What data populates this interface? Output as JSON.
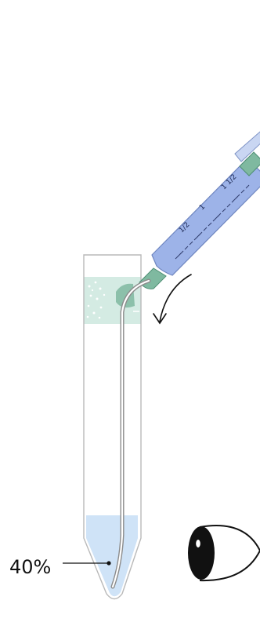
{
  "tube": {
    "fill_label": "40%"
  },
  "syringe": {
    "scale_labels": [
      "1/2",
      "1",
      "1 1/2"
    ]
  },
  "colors": {
    "outline": "#b9b9b9",
    "liquid_blue": "#cfe3f7",
    "foam_green": "#d4ebe3",
    "syringe_barrel": "#9db3e8",
    "syringe_hub": "#7fb9a0",
    "needle": "#8c8c8c",
    "ink": "#111111"
  },
  "icons": [
    "eye-icon",
    "pour-direction-arrow-icon"
  ]
}
